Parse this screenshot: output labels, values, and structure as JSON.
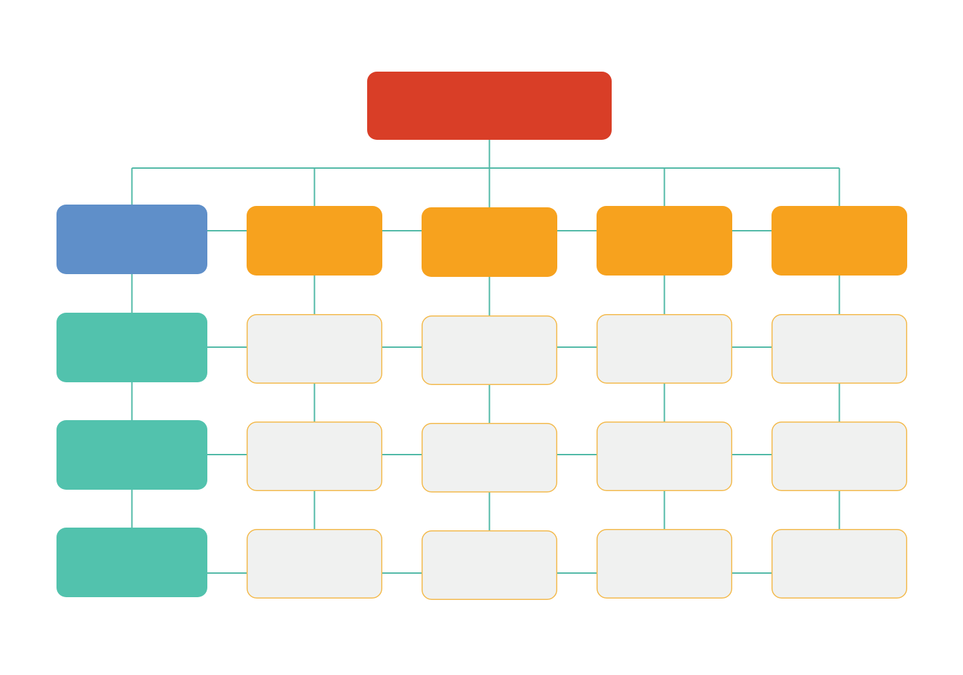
{
  "colors": {
    "background": "#ffffff",
    "connector": "#4fb8a6",
    "root_fill": "#d93e27",
    "left_header_fill": "#5f8fc9",
    "header_fill": "#f7a21e",
    "left_item_fill": "#52c2ad",
    "item_fill": "#f0f1f0",
    "item_border": "#f3b94a"
  },
  "diagram": {
    "type": "hierarchy-chart",
    "root": {
      "label": ""
    },
    "columns": [
      {
        "header": {
          "label": ""
        },
        "style": "left",
        "items": [
          {
            "label": ""
          },
          {
            "label": ""
          },
          {
            "label": ""
          }
        ]
      },
      {
        "header": {
          "label": ""
        },
        "style": "default",
        "items": [
          {
            "label": ""
          },
          {
            "label": ""
          },
          {
            "label": ""
          }
        ]
      },
      {
        "header": {
          "label": ""
        },
        "style": "default",
        "items": [
          {
            "label": ""
          },
          {
            "label": ""
          },
          {
            "label": ""
          }
        ]
      },
      {
        "header": {
          "label": ""
        },
        "style": "default",
        "items": [
          {
            "label": ""
          },
          {
            "label": ""
          },
          {
            "label": ""
          }
        ]
      },
      {
        "header": {
          "label": ""
        },
        "style": "default",
        "items": [
          {
            "label": ""
          },
          {
            "label": ""
          },
          {
            "label": ""
          }
        ]
      }
    ]
  }
}
